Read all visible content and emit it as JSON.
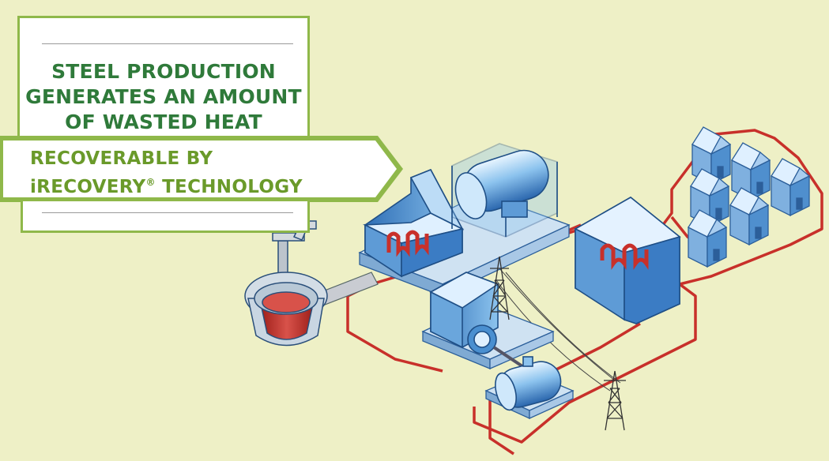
{
  "headline": {
    "line1": "STEEL PRODUCTION",
    "line2": "GENERATES AN AMOUNT",
    "line3": "OF WASTED HEAT"
  },
  "subheadline": {
    "line1": "RECOVERABLE BY",
    "line2_main": "iRECOVERY",
    "line2_mark": "®",
    "line2_rest": " TECHNOLOGY"
  },
  "colors": {
    "background": "#eef0c6",
    "headline_green": "#2f7a3a",
    "subheadline_green": "#6a9a2a",
    "panel_border": "#8fb84a",
    "equipment_blue": "#4a8fd0",
    "heat_pipe_red": "#c8302a",
    "molten_steel": "#c83a34"
  },
  "icons": [
    "ladle-icon",
    "furnace-icon",
    "tank-icon",
    "turbine-icon",
    "boiler-icon",
    "pylon-icon",
    "heat-exchanger-icon",
    "house-icon"
  ]
}
